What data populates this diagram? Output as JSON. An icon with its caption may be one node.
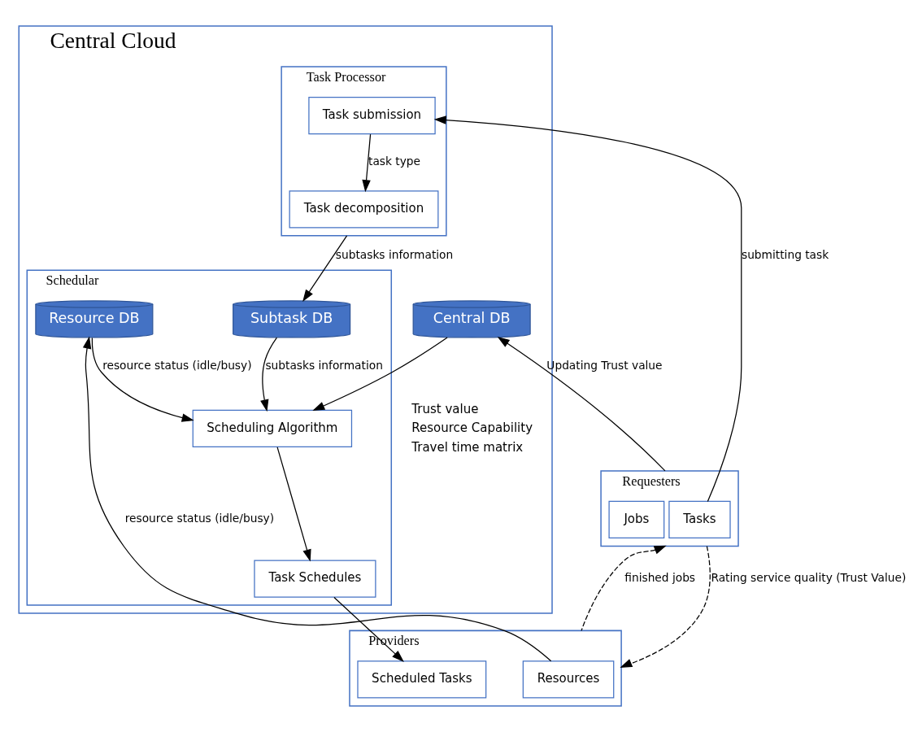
{
  "diagram": {
    "nodes": [
      {
        "text": [
          "Central Cloud"
        ]
      },
      {
        "text": [
          "Task Processor"
        ],
        "in": 0
      },
      {
        "text": [
          "Task decomposition"
        ],
        "in": 1
      },
      {
        "text": [
          "Task submission"
        ],
        "in": 1
      },
      {
        "text": [
          "Central DB"
        ],
        "in": 0,
        "beside": [
          "Trust value",
          "Resource Capability",
          "Travel time matrix"
        ]
      },
      {
        "text": [
          "Schedular"
        ],
        "in": 0
      },
      {
        "text": [
          "Subtask DB"
        ],
        "in": 5
      },
      {
        "text": [
          "Scheduling Algorithm"
        ],
        "in": 5
      },
      {
        "text": [
          "Task Schedules"
        ],
        "in": 5
      },
      {
        "text": [
          "Resource DB"
        ],
        "in": 5
      },
      {
        "text": [
          "Requesters"
        ]
      },
      {
        "text": [
          "Tasks"
        ],
        "in": 10
      },
      {
        "text": [
          "Jobs"
        ],
        "in": 10
      },
      {
        "text": [
          "Providers"
        ]
      },
      {
        "text": [
          "Resources"
        ],
        "in": 13
      },
      {
        "text": [
          "Scheduled Tasks"
        ],
        "in": 13
      }
    ],
    "edges": [
      {
        "from": 1,
        "to": 6,
        "arrow": "to",
        "label": "subtasks information"
      },
      {
        "from": 3,
        "to": 2,
        "arrow": "to",
        "label": "task type"
      },
      {
        "from": 6,
        "to": 7,
        "arrow": "to",
        "label": "subtasks information"
      },
      {
        "from": 4,
        "to": 7,
        "arrow": "to"
      },
      {
        "from": 7,
        "to": 8,
        "arrow": "to"
      },
      {
        "from": 9,
        "to": 7,
        "arrow": "to",
        "label": "resource status (idle/busy)"
      },
      {
        "from": 8,
        "to": 15,
        "arrow": "to"
      },
      {
        "from": 11,
        "to": 3,
        "arrow": "to",
        "label": "submitting task"
      },
      {
        "from": 10,
        "to": 4,
        "arrow": "to",
        "label": "Updating Trust value"
      },
      {
        "from": 14,
        "to": 9,
        "arrow": "to",
        "label": "resource status (idle/busy)"
      },
      {
        "from": 13,
        "to": 10,
        "arrow": "to",
        "label": "finished jobs",
        "style": "dashed"
      },
      {
        "from": 10,
        "to": 13,
        "arrow": "to",
        "label": "Rating service quality (Trust Value)",
        "style": "dashed"
      }
    ]
  }
}
